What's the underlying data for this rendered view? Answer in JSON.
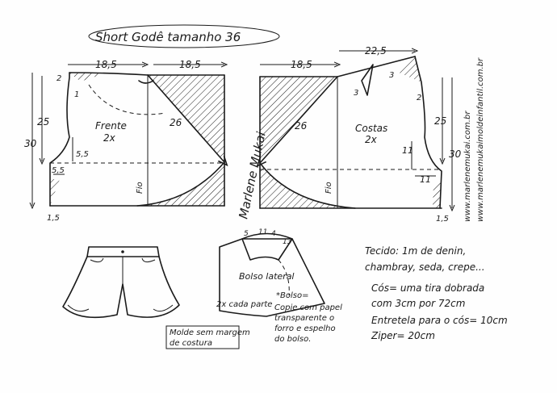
{
  "title": "Short Godê tamanho 36",
  "front": {
    "name": "Frente",
    "qty": "2x"
  },
  "back": {
    "name": "Costas",
    "qty": "2x"
  },
  "dimensions": {
    "d185": "18,5",
    "d225": "22,5",
    "d26": "26",
    "d25": "25",
    "d30": "30",
    "d55": "5,5",
    "d2": "2",
    "d3": "3",
    "d15": "1,5",
    "d11": "11",
    "d1": "1",
    "d5": "5",
    "d13": "13",
    "d4": "4"
  },
  "fio": "Fio",
  "websites": [
    "www.marlenemukai.com.br",
    "www.marlenemukaimoldeinfantil.com.br"
  ],
  "signature": "Marlene Mukai",
  "pocket": {
    "name": "Bolso lateral",
    "qty": "2x cada parte"
  },
  "pocket_note": {
    "title": "*Bolso=",
    "lines": [
      "Copie com papel",
      "transparente o",
      "forro e espelho",
      "do bolso."
    ]
  },
  "note_no_margin": [
    "Molde sem margem",
    "de costura"
  ],
  "materials": {
    "fabric": [
      "Tecido: 1m de denin,",
      "chambray, seda, crepe..."
    ],
    "waistband": [
      "Cós= uma tira dobrada",
      "com 3cm por 72cm"
    ],
    "interfacing": "Entretela para o cós= 10cm",
    "zipper": "Ziper= 20cm"
  },
  "colors": {
    "ink": "#1b1b1b",
    "paper": "#fefefe"
  }
}
